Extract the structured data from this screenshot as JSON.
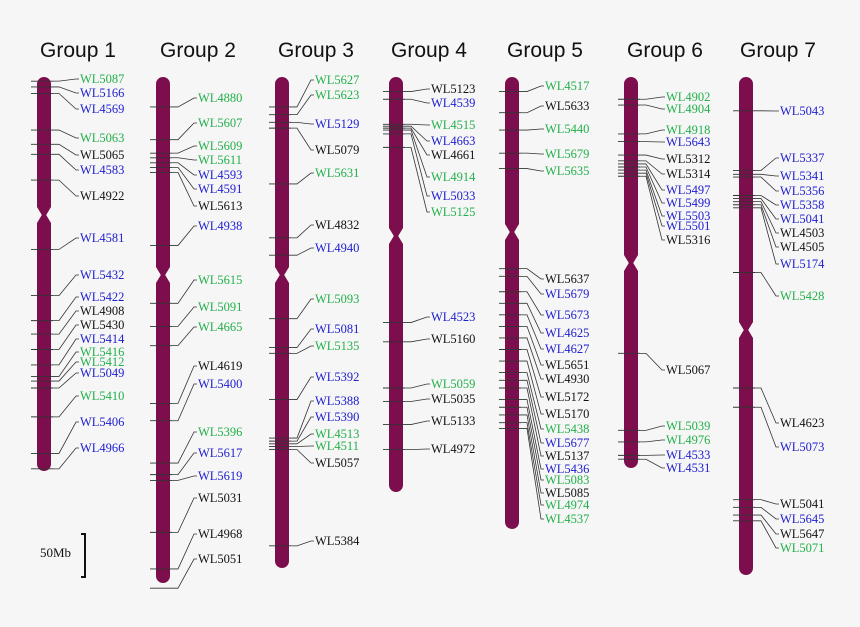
{
  "colors": {
    "chromosome": "#7d0e4e",
    "green": "#22b04a",
    "blue": "#2020d0",
    "black": "#111111",
    "background": "#f6f6f6"
  },
  "scale_bar": {
    "label": "50Mb"
  },
  "groups": [
    {
      "title": "Group 1",
      "markers": [
        {
          "name": "WL5087",
          "color": "green",
          "pos": 0.3
        },
        {
          "name": "WL5166",
          "color": "blue",
          "pos": 1.8
        },
        {
          "name": "WL4569",
          "color": "blue",
          "pos": 3.5
        },
        {
          "name": "WL5063",
          "color": "green",
          "pos": 13.0
        },
        {
          "name": "WL5065",
          "color": "black",
          "pos": 16.7
        },
        {
          "name": "WL4583",
          "color": "blue",
          "pos": 19.3
        },
        {
          "name": "WL4922",
          "color": "black",
          "pos": 26.0
        },
        {
          "name": "WL4581",
          "color": "blue",
          "pos": 44.0
        },
        {
          "name": "WL5432",
          "color": "blue",
          "pos": 56.0
        },
        {
          "name": "WL5422",
          "color": "blue",
          "pos": 62.5
        },
        {
          "name": "WL4908",
          "color": "black",
          "pos": 66.0
        },
        {
          "name": "WL5430",
          "color": "black",
          "pos": 70.0
        },
        {
          "name": "WL5414",
          "color": "blue",
          "pos": 74.0
        },
        {
          "name": "WL5416",
          "color": "green",
          "pos": 77.0
        },
        {
          "name": "WL5412",
          "color": "green",
          "pos": 78.2
        },
        {
          "name": "WL5049",
          "color": "blue",
          "pos": 80.0
        },
        {
          "name": "WL5410",
          "color": "green",
          "pos": 87.5
        },
        {
          "name": "WL5406",
          "color": "blue",
          "pos": 97.0
        },
        {
          "name": "WL4966",
          "color": "blue",
          "pos": 101.0
        }
      ]
    },
    {
      "title": "Group 2",
      "markers": [
        {
          "name": "WL4880",
          "color": "green",
          "pos": 7.0
        },
        {
          "name": "WL5607",
          "color": "green",
          "pos": 15.5
        },
        {
          "name": "WL5609",
          "color": "green",
          "pos": 19.0
        },
        {
          "name": "WL5611",
          "color": "green",
          "pos": 20.2
        },
        {
          "name": "WL4593",
          "color": "blue",
          "pos": 21.5
        },
        {
          "name": "WL4591",
          "color": "blue",
          "pos": 22.7
        },
        {
          "name": "WL5613",
          "color": "black",
          "pos": 24.0
        },
        {
          "name": "WL4938",
          "color": "blue",
          "pos": 43.0
        },
        {
          "name": "WL5615",
          "color": "green",
          "pos": 58.0
        },
        {
          "name": "WL5091",
          "color": "green",
          "pos": 64.0
        },
        {
          "name": "WL4665",
          "color": "green",
          "pos": 69.0
        },
        {
          "name": "WL4619",
          "color": "black",
          "pos": 84.0
        },
        {
          "name": "WL5400",
          "color": "blue",
          "pos": 88.5
        },
        {
          "name": "WL5396",
          "color": "green",
          "pos": 99.5
        },
        {
          "name": "WL5617",
          "color": "blue",
          "pos": 102.5
        },
        {
          "name": "WL5619",
          "color": "blue",
          "pos": 104.0
        },
        {
          "name": "WL5031",
          "color": "black",
          "pos": 117.5
        },
        {
          "name": "WL4968",
          "color": "black",
          "pos": 127.0
        },
        {
          "name": "WL5051",
          "color": "black",
          "pos": 132.0
        }
      ]
    },
    {
      "title": "Group 3",
      "markers": [
        {
          "name": "WL5627",
          "color": "green",
          "pos": 7.0
        },
        {
          "name": "WL5623",
          "color": "green",
          "pos": 9.0
        },
        {
          "name": "WL5129",
          "color": "blue",
          "pos": 11.0
        },
        {
          "name": "WL5079",
          "color": "black",
          "pos": 12.5
        },
        {
          "name": "WL5631",
          "color": "green",
          "pos": 27.0
        },
        {
          "name": "WL4832",
          "color": "black",
          "pos": 41.0
        },
        {
          "name": "WL4940",
          "color": "blue",
          "pos": 45.5
        },
        {
          "name": "WL5093",
          "color": "green",
          "pos": 62.0
        },
        {
          "name": "WL5081",
          "color": "blue",
          "pos": 69.5
        },
        {
          "name": "WL5135",
          "color": "green",
          "pos": 71.0
        },
        {
          "name": "WL5392",
          "color": "blue",
          "pos": 83.0
        },
        {
          "name": "WL5388",
          "color": "blue",
          "pos": 93.0
        },
        {
          "name": "WL5390",
          "color": "blue",
          "pos": 93.8
        },
        {
          "name": "WL4513",
          "color": "green",
          "pos": 94.5
        },
        {
          "name": "WL4511",
          "color": "green",
          "pos": 95.2
        },
        {
          "name": "WL5057",
          "color": "black",
          "pos": 96.0
        },
        {
          "name": "WL5384",
          "color": "black",
          "pos": 121.0
        }
      ]
    },
    {
      "title": "Group 4",
      "markers": [
        {
          "name": "WL5123",
          "color": "black",
          "pos": 3.0
        },
        {
          "name": "WL4539",
          "color": "blue",
          "pos": 5.0
        },
        {
          "name": "WL4515",
          "color": "green",
          "pos": 11.5
        },
        {
          "name": "WL4663",
          "color": "blue",
          "pos": 12.0
        },
        {
          "name": "WL4661",
          "color": "black",
          "pos": 12.5
        },
        {
          "name": "WL4914",
          "color": "green",
          "pos": 13.0
        },
        {
          "name": "WL5033",
          "color": "blue",
          "pos": 14.0
        },
        {
          "name": "WL5125",
          "color": "green",
          "pos": 17.5
        },
        {
          "name": "WL4523",
          "color": "blue",
          "pos": 63.0
        },
        {
          "name": "WL5160",
          "color": "black",
          "pos": 68.0
        },
        {
          "name": "WL5059",
          "color": "green",
          "pos": 80.0
        },
        {
          "name": "WL5035",
          "color": "black",
          "pos": 83.5
        },
        {
          "name": "WL5133",
          "color": "black",
          "pos": 89.5
        },
        {
          "name": "WL4972",
          "color": "black",
          "pos": 96.0
        }
      ]
    },
    {
      "title": "Group 5",
      "markers": [
        {
          "name": "WL4517",
          "color": "green",
          "pos": 3.0
        },
        {
          "name": "WL5633",
          "color": "black",
          "pos": 8.5
        },
        {
          "name": "WL5440",
          "color": "green",
          "pos": 13.0
        },
        {
          "name": "WL5679",
          "color": "green",
          "pos": 19.0
        },
        {
          "name": "WL5635",
          "color": "green",
          "pos": 23.0
        },
        {
          "name": "WL5637",
          "color": "black",
          "pos": 49.0
        },
        {
          "name": "WL5679",
          "color": "blue",
          "pos": 51.0
        },
        {
          "name": "WL5673",
          "color": "blue",
          "pos": 55.0
        },
        {
          "name": "WL4625",
          "color": "blue",
          "pos": 58.0
        },
        {
          "name": "WL4627",
          "color": "blue",
          "pos": 61.0
        },
        {
          "name": "WL5651",
          "color": "black",
          "pos": 64.0
        },
        {
          "name": "WL4930",
          "color": "black",
          "pos": 67.0
        },
        {
          "name": "WL5172",
          "color": "black",
          "pos": 70.0
        },
        {
          "name": "WL5170",
          "color": "black",
          "pos": 73.0
        },
        {
          "name": "WL5438",
          "color": "green",
          "pos": 76.0
        },
        {
          "name": "WL5677",
          "color": "blue",
          "pos": 78.0
        },
        {
          "name": "WL5137",
          "color": "black",
          "pos": 80.0
        },
        {
          "name": "WL5436",
          "color": "blue",
          "pos": 83.0
        },
        {
          "name": "WL5083",
          "color": "green",
          "pos": 85.0
        },
        {
          "name": "WL5085",
          "color": "black",
          "pos": 87.0
        },
        {
          "name": "WL4974",
          "color": "green",
          "pos": 89.0
        },
        {
          "name": "WL4537",
          "color": "green",
          "pos": 90.5
        }
      ]
    },
    {
      "title": "Group 6",
      "markers": [
        {
          "name": "WL4902",
          "color": "green",
          "pos": 5.0
        },
        {
          "name": "WL4904",
          "color": "green",
          "pos": 6.5
        },
        {
          "name": "WL4918",
          "color": "green",
          "pos": 14.0
        },
        {
          "name": "WL5643",
          "color": "blue",
          "pos": 16.0
        },
        {
          "name": "WL5312",
          "color": "black",
          "pos": 19.5
        },
        {
          "name": "WL5314",
          "color": "black",
          "pos": 21.0
        },
        {
          "name": "WL5497",
          "color": "blue",
          "pos": 21.8
        },
        {
          "name": "WL5499",
          "color": "blue",
          "pos": 22.6
        },
        {
          "name": "WL5503",
          "color": "blue",
          "pos": 23.4
        },
        {
          "name": "WL5501",
          "color": "blue",
          "pos": 24.2
        },
        {
          "name": "WL5316",
          "color": "black",
          "pos": 25.0
        },
        {
          "name": "WL5067",
          "color": "black",
          "pos": 71.0
        },
        {
          "name": "WL5039",
          "color": "green",
          "pos": 91.0
        },
        {
          "name": "WL4976",
          "color": "green",
          "pos": 94.0
        },
        {
          "name": "WL4533",
          "color": "blue",
          "pos": 97.5
        },
        {
          "name": "WL4531",
          "color": "blue",
          "pos": 98.5
        }
      ]
    },
    {
      "title": "Group 7",
      "markers": [
        {
          "name": "WL5043",
          "color": "blue",
          "pos": 8.0
        },
        {
          "name": "WL5337",
          "color": "blue",
          "pos": 23.5
        },
        {
          "name": "WL5341",
          "color": "blue",
          "pos": 24.5
        },
        {
          "name": "WL5356",
          "color": "blue",
          "pos": 25.2
        },
        {
          "name": "WL5358",
          "color": "blue",
          "pos": 30.0
        },
        {
          "name": "WL5041",
          "color": "blue",
          "pos": 30.8
        },
        {
          "name": "WL4503",
          "color": "black",
          "pos": 31.6
        },
        {
          "name": "WL4505",
          "color": "black",
          "pos": 32.4
        },
        {
          "name": "WL5174",
          "color": "blue",
          "pos": 33.2
        },
        {
          "name": "WL5428",
          "color": "green",
          "pos": 50.0
        },
        {
          "name": "WL4623",
          "color": "black",
          "pos": 80.0
        },
        {
          "name": "WL5073",
          "color": "blue",
          "pos": 85.0
        },
        {
          "name": "WL5041",
          "color": "black",
          "pos": 109.0
        },
        {
          "name": "WL5645",
          "color": "blue",
          "pos": 111.0
        },
        {
          "name": "WL5647",
          "color": "black",
          "pos": 113.0
        },
        {
          "name": "WL5071",
          "color": "green",
          "pos": 114.5
        }
      ]
    }
  ]
}
